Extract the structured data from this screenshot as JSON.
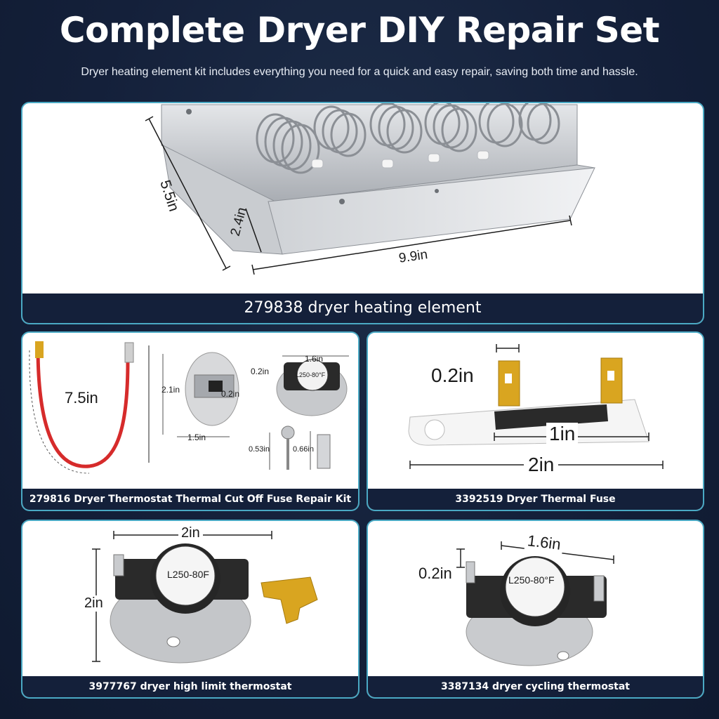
{
  "header": {
    "title": "Complete Dryer DIY Repair Set",
    "subtitle": "Dryer heating element kit includes everything you need for a quick and easy repair, saving both time and hassle."
  },
  "heating_element": {
    "caption": "279838 dryer heating element",
    "dim_depth": "5.5in",
    "dim_height": "2.4in",
    "dim_length": "9.9in"
  },
  "repair_kit": {
    "caption": "279816 Dryer Thermostat Thermal Cut Off Fuse Repair Kit",
    "wire_length": "7.5in",
    "fuse_height": "2.1in",
    "fuse_tab": "0.2in",
    "fuse_width": "1.5in",
    "thermo_width": "1.6in",
    "thermo_tab": "0.2in",
    "thermo_label": "L250-80°F",
    "screw_length": "0.53in",
    "connector_length": "0.66in"
  },
  "thermal_fuse": {
    "caption": "3392519 Dryer Thermal Fuse",
    "tab_width": "0.2in",
    "inner_length": "1in",
    "total_length": "2in"
  },
  "high_limit": {
    "caption": "3977767 dryer high limit thermostat",
    "width": "2in",
    "height": "2in",
    "label": "L250-80F"
  },
  "cycling": {
    "caption": "3387134 dryer cycling thermostat",
    "width": "1.6in",
    "tab": "0.2in",
    "label": "L250-80°F"
  }
}
